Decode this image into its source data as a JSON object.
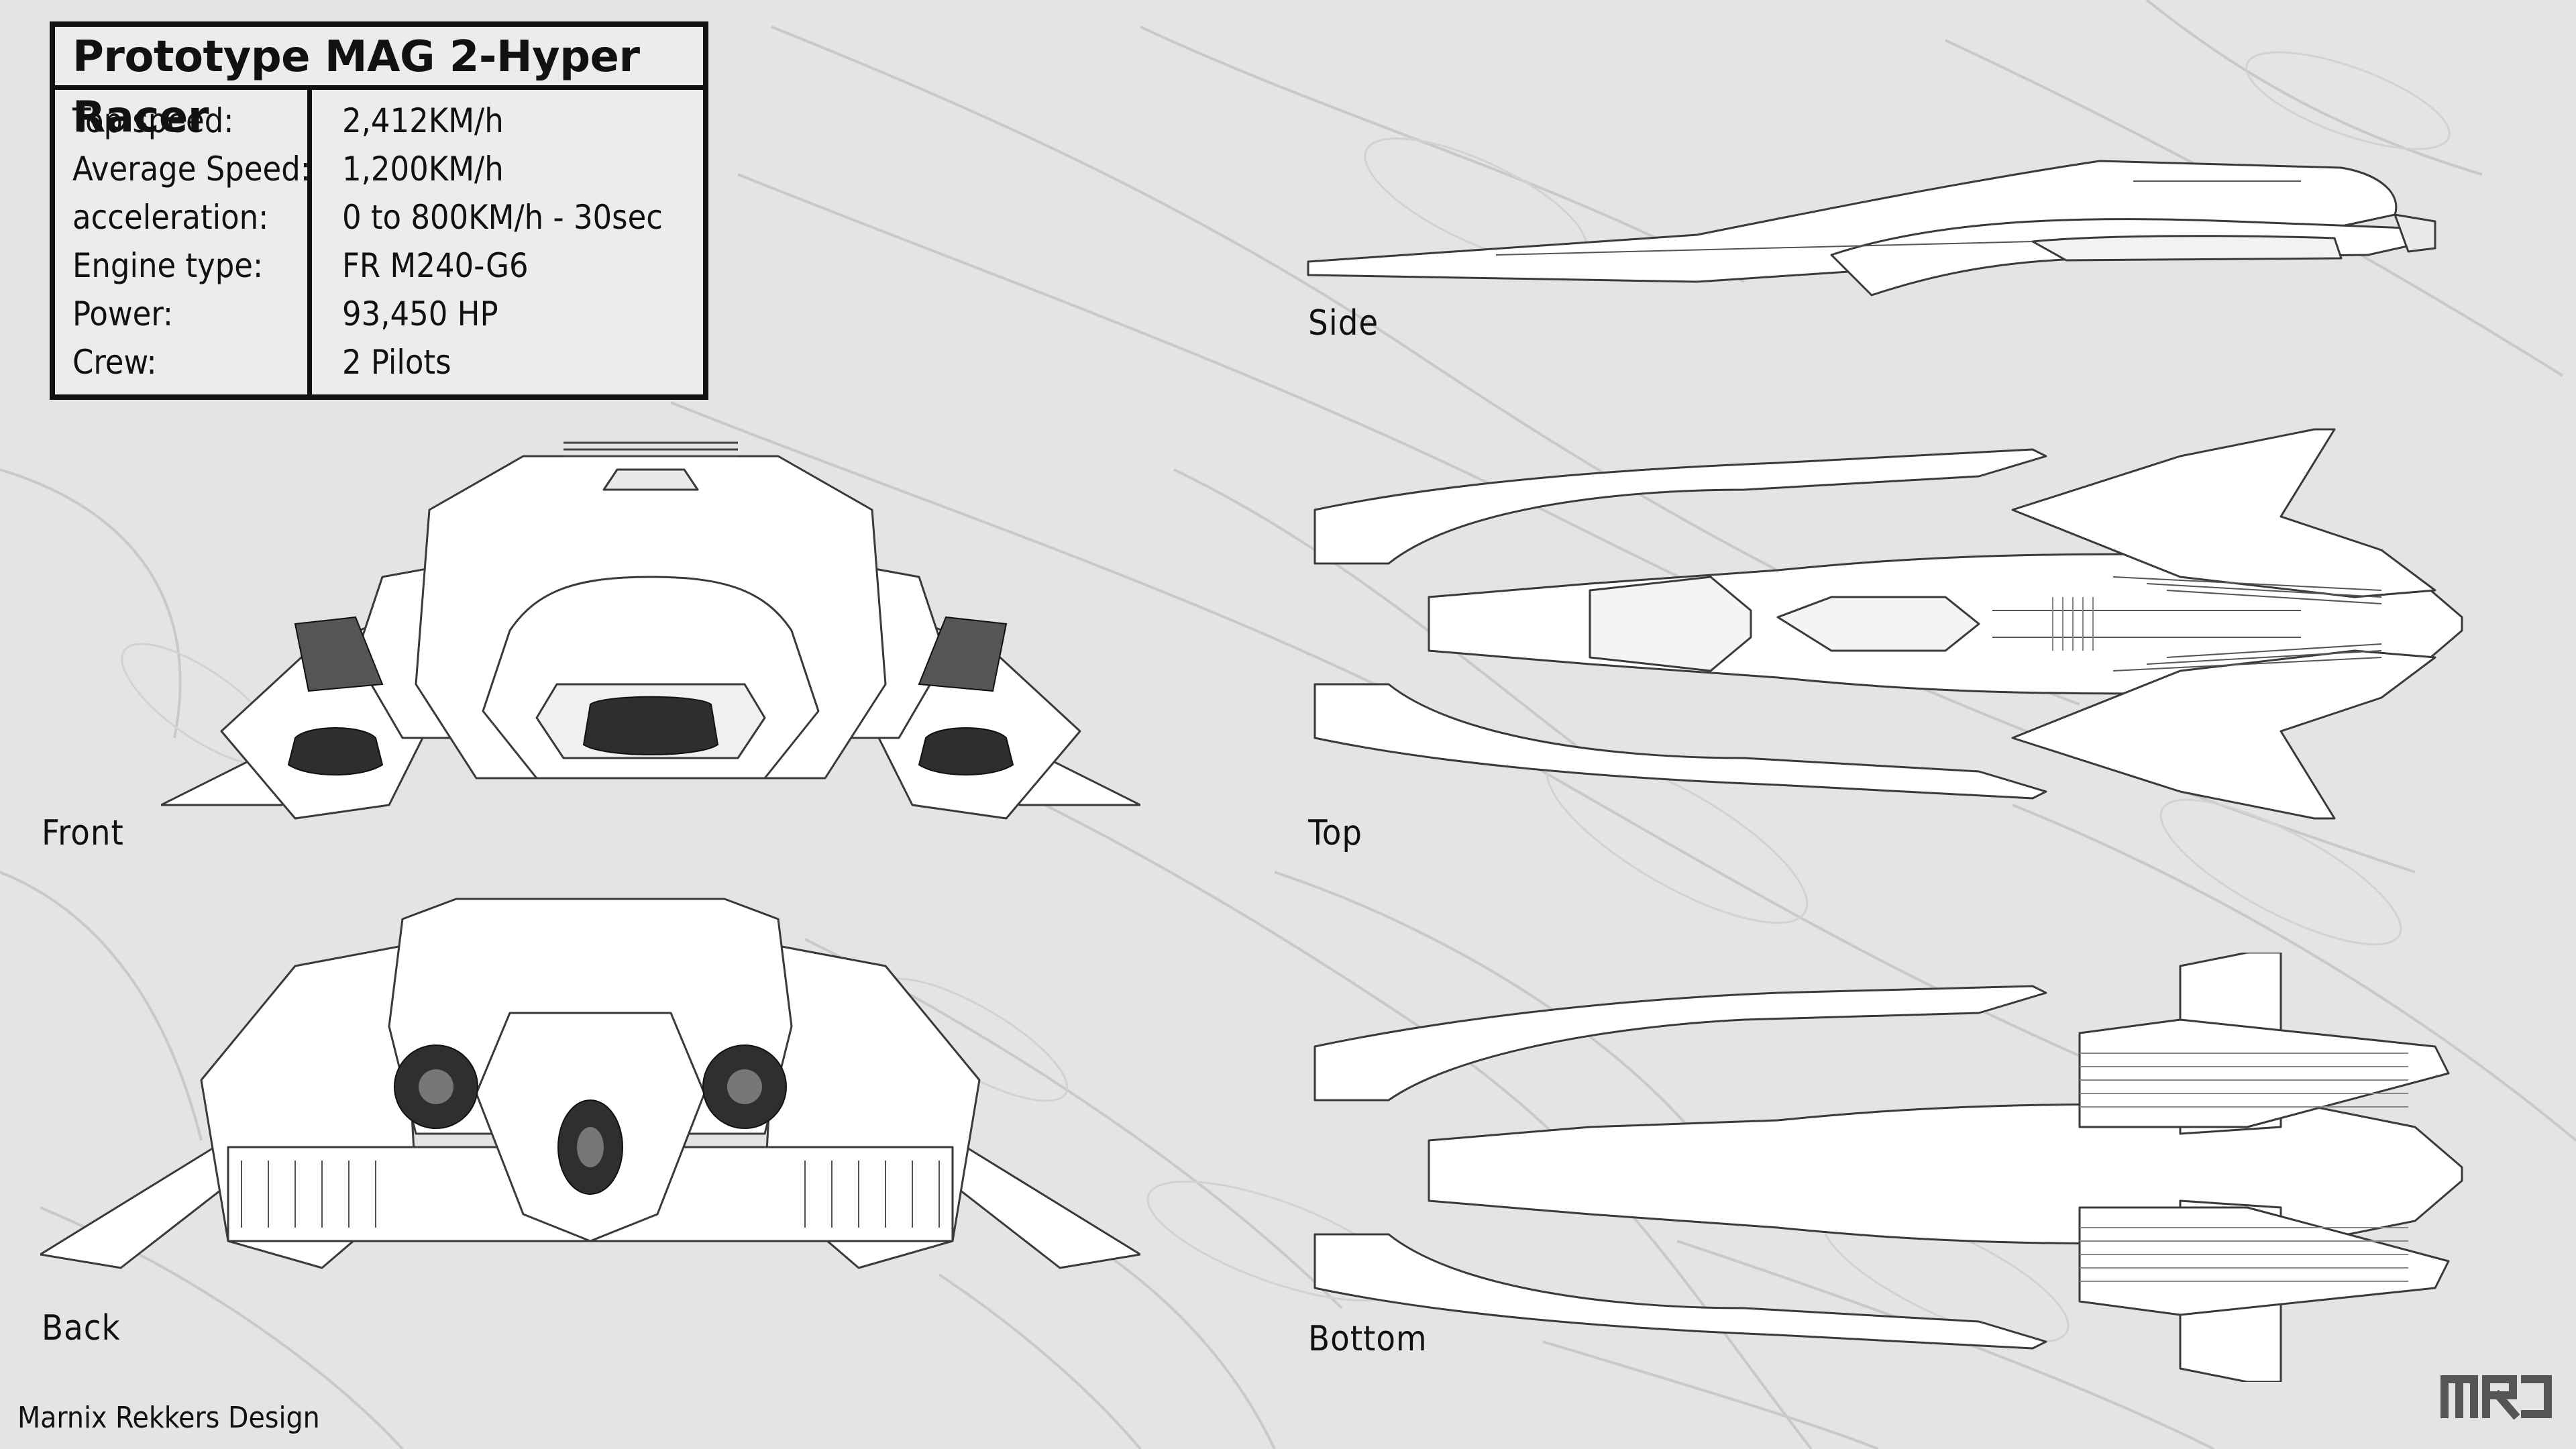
{
  "spec_sheet": {
    "title": "Prototype MAG 2-Hyper Racer",
    "rows": [
      {
        "label": "Top speed:",
        "value": "2,412KM/h"
      },
      {
        "label": "Average Speed:",
        "value": "1,200KM/h"
      },
      {
        "label": "acceleration:",
        "value": "0 to 800KM/h - 30sec"
      },
      {
        "label": "Engine type:",
        "value": "FR M240-G6"
      },
      {
        "label": "Power:",
        "value": "93,450 HP"
      },
      {
        "label": "Crew:",
        "value": "2 Pilots"
      }
    ]
  },
  "views": {
    "side": "Side",
    "front": "Front",
    "top": "Top",
    "back": "Back",
    "bottom": "Bottom"
  },
  "credit": "Marnix Rekkers Design",
  "logo_text": "MRJ",
  "colors": {
    "background": "#e4e4e4",
    "sketch_lines": "#c8c8c8",
    "render_fill": "#ffffff",
    "outline": "#3a3a3a",
    "text": "#111111"
  }
}
